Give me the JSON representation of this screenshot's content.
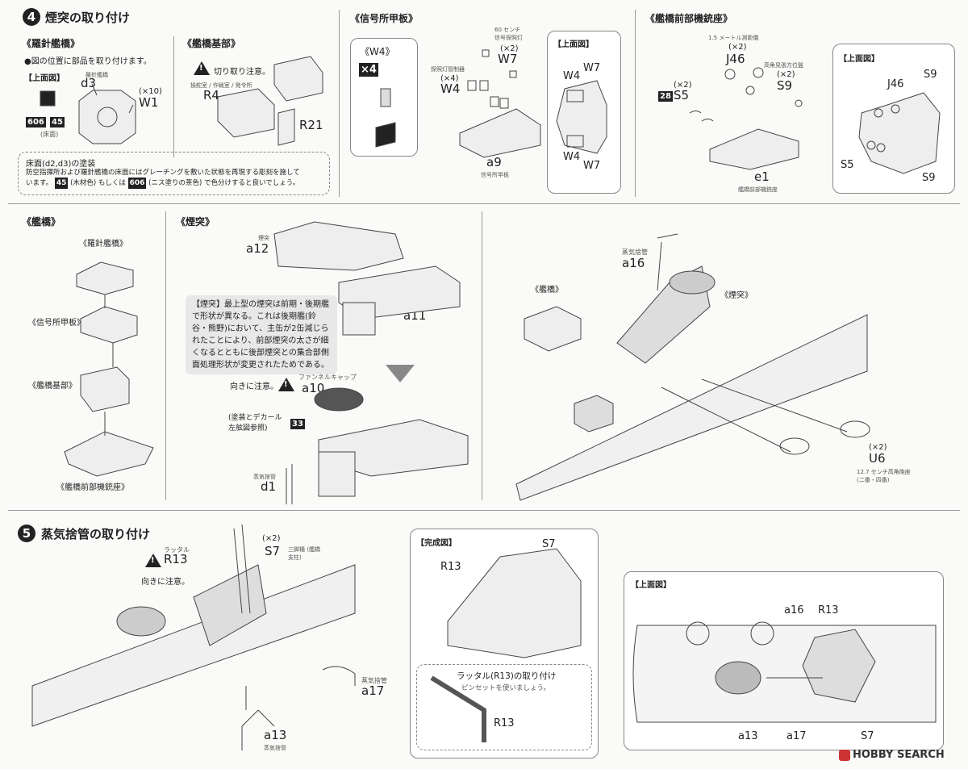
{
  "step4": {
    "number": "4",
    "title": "煙突の取り付け",
    "compass_bridge": {
      "heading": "《羅針艦橋》",
      "instruction": "●図の位置に部品を取り付けます。",
      "top_view": "【上面図】",
      "part_d3_note": "羅針艦橋",
      "part_d3": "d3",
      "w1_qty": "(×10)",
      "part_w1": "W1",
      "floor_note": "(床面)",
      "code_606": "606",
      "code_45": "45"
    },
    "bridge_base": {
      "heading": "《艦橋基部》",
      "caution": "切り取り注意。",
      "part_r4_note": "操舵室 / 作戦室 / 発令所",
      "part_r4": "R4",
      "part_r21": "R21"
    },
    "paint_note": {
      "title": "床面(d2,d3)の塗装",
      "line1": "防空指揮所および羅針艦橋の床面にはグレーチングを敷いた状態を再現する彫刻を施して",
      "line2a": "います。",
      "c45": "45",
      "line2b": "(木材色) もしくは",
      "c606": "606",
      "line2c": "(ニス塗りの茶色) で色分けすると良いでしょう。"
    },
    "signal_deck": {
      "heading": "《信号所甲板》",
      "w4_box_label": "《W4》",
      "w4_box_qty": "×4",
      "w7_note": "60 センチ 信号探照灯",
      "w7_qty": "(×2)",
      "part_w7": "W7",
      "w4_note": "探照灯管制器",
      "w4_qty": "(×4)",
      "part_w4": "W4",
      "part_a9": "a9",
      "a9_note": "信号所甲板",
      "top_view": "【上面図】",
      "tv_w4a": "W4",
      "tv_w7a": "W7",
      "tv_w4b": "W4",
      "tv_w7b": "W7"
    },
    "fwd_gun_mount": {
      "heading": "《艦橋前部機銃座》",
      "j46_note": "1.5 メートル測距儀",
      "j46_qty": "(×2)",
      "part_j46": "J46",
      "s9_note": "高角見張方位盤",
      "s9_qty": "(×2)",
      "part_s9": "S9",
      "s5_qty": "(×2)",
      "part_s5": "S5",
      "code_28": "28",
      "part_e1": "e1",
      "e1_note": "艦橋前部機銃座",
      "top_view": "【上面図】",
      "tv_s9a": "S9",
      "tv_j46": "J46",
      "tv_s5": "S5",
      "tv_s9b": "S9"
    },
    "bridge": {
      "heading": "《艦橋》",
      "compass": "《羅針艦橋》",
      "signal": "《信号所甲板》",
      "base": "《艦橋基部》",
      "fwd": "《艦橋前部機銃座》"
    },
    "funnel": {
      "heading": "《煙突》",
      "a12_note": "煙突",
      "part_a12": "a12",
      "part_a11": "a11",
      "note": "【煙突】最上型の煙突は前期・後期艦で形状が異なる。これは後期艦(鈴谷・熊野)において、主缶が2缶減じられたことにより、前部煙突の太さが細くなるとともに後部煙突との集合部側面処理形状が変更されたためである。",
      "caution": "向きに注意。",
      "a10_note": "ファンネルキャップ",
      "part_a10": "a10",
      "paint_decal": "(塗装とデカール 左舷図参照)",
      "code_33": "33",
      "d1_note": "蒸気捨管",
      "part_d1": "d1"
    },
    "assembly": {
      "a16_note": "蒸気捨管",
      "part_a16": "a16",
      "bridge": "《艦橋》",
      "funnel": "《煙突》",
      "u6_qty": "(×2)",
      "part_u6": "U6",
      "u6_note": "12.7 センチ高角砲座 (二番・四番)"
    }
  },
  "step5": {
    "number": "5",
    "title": "蒸気捨管の取り付け",
    "r13_note": "ラッタル",
    "part_r13": "R13",
    "caution": "向きに注意。",
    "s7_qty": "(×2)",
    "part_s7": "S7",
    "s7_note": "三脚檣 (艦橋支柱)",
    "a17_note": "蒸気捨管",
    "part_a17": "a17",
    "part_a13": "a13",
    "a13_note": "蒸気捨管",
    "completed": {
      "label": "【完成図】",
      "s7": "S7",
      "r13": "R13",
      "inset_title": "ラッタル(R13)の取り付け",
      "inset_sub": "ピンセットを使いましょう。",
      "inset_r13": "R13"
    },
    "top_view": {
      "label": "【上面図】",
      "a16": "a16",
      "r13": "R13",
      "a13": "a13",
      "a17": "a17",
      "s7": "S7"
    }
  },
  "watermark": "HOBBY SEARCH"
}
